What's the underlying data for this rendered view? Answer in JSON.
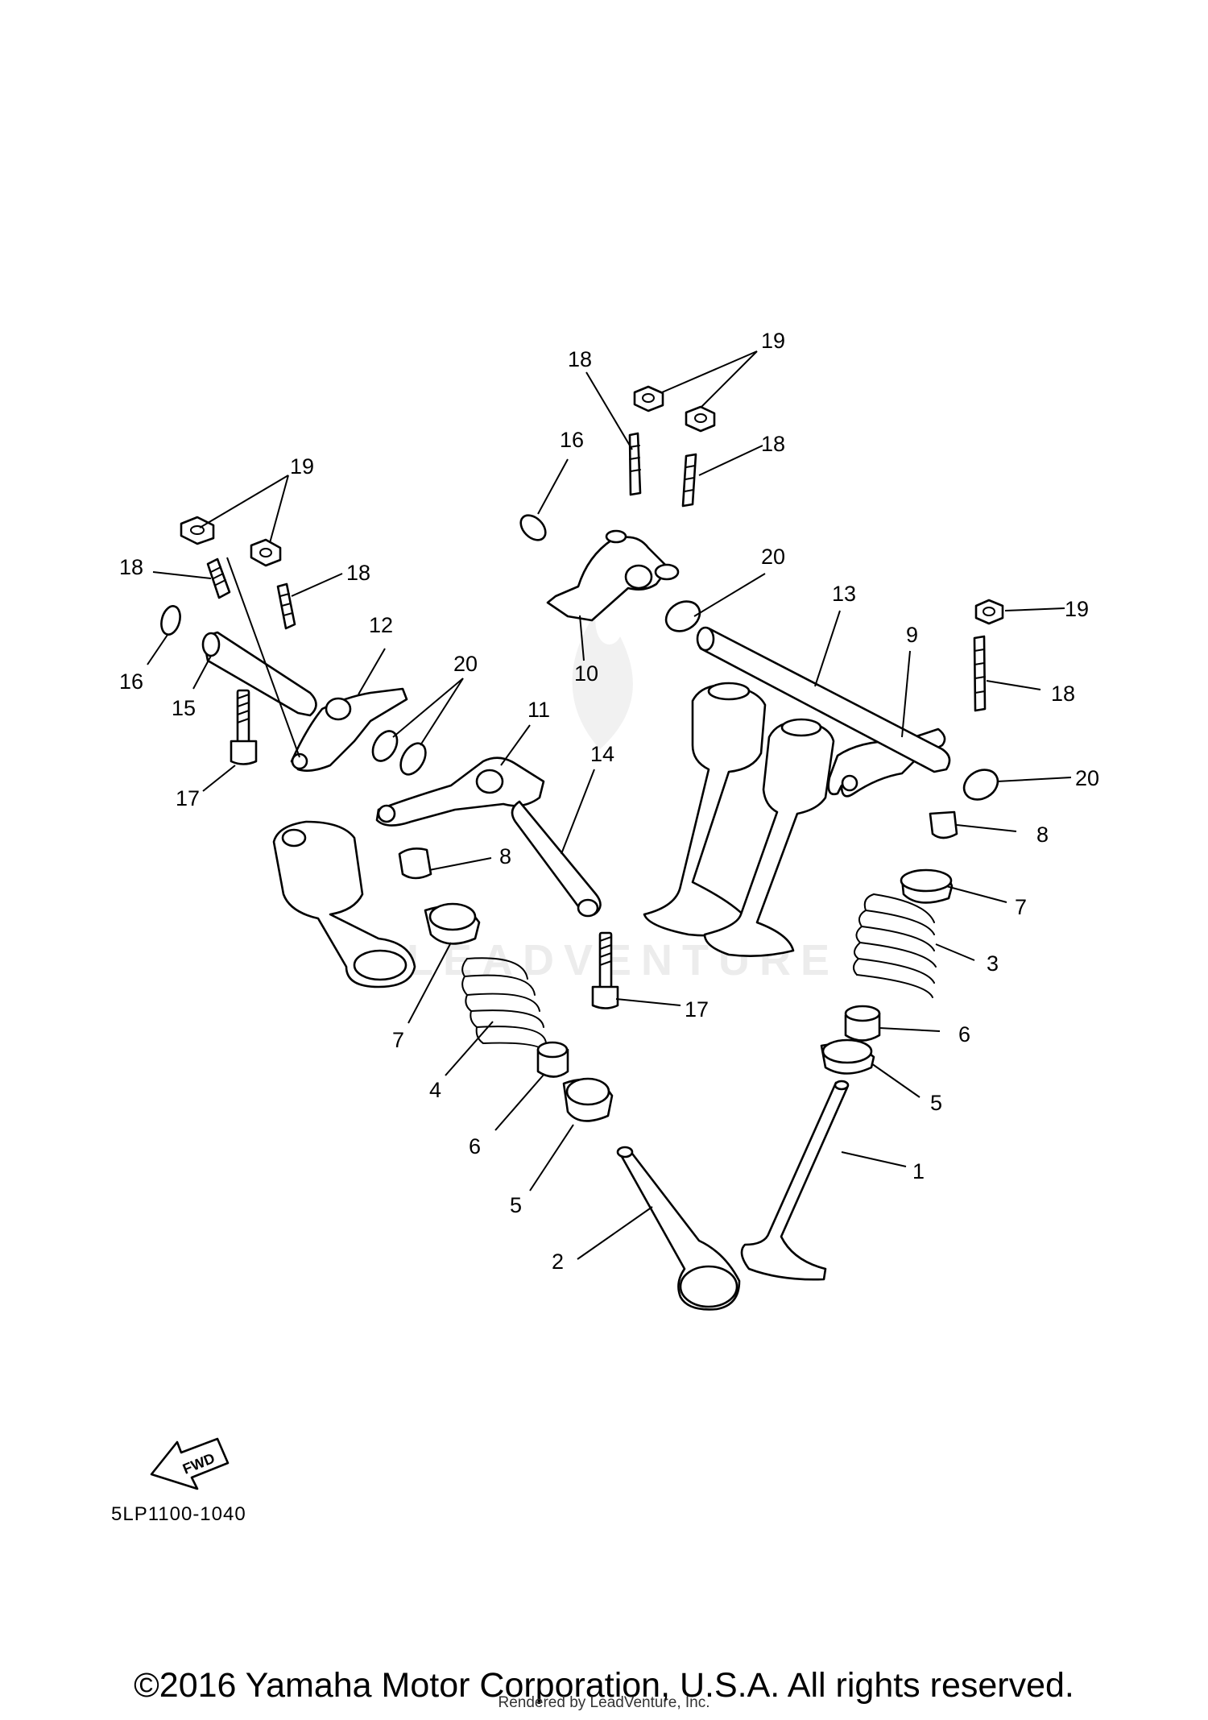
{
  "diagram": {
    "callouts": [
      {
        "id": "c1",
        "label": "1"
      },
      {
        "id": "c2",
        "label": "2"
      },
      {
        "id": "c3",
        "label": "3"
      },
      {
        "id": "c4",
        "label": "4"
      },
      {
        "id": "c5a",
        "label": "5"
      },
      {
        "id": "c5b",
        "label": "5"
      },
      {
        "id": "c6a",
        "label": "6"
      },
      {
        "id": "c6b",
        "label": "6"
      },
      {
        "id": "c7a",
        "label": "7"
      },
      {
        "id": "c7b",
        "label": "7"
      },
      {
        "id": "c8a",
        "label": "8"
      },
      {
        "id": "c8b",
        "label": "8"
      },
      {
        "id": "c9",
        "label": "9"
      },
      {
        "id": "c10",
        "label": "10"
      },
      {
        "id": "c11",
        "label": "11"
      },
      {
        "id": "c12",
        "label": "12"
      },
      {
        "id": "c13",
        "label": "13"
      },
      {
        "id": "c14",
        "label": "14"
      },
      {
        "id": "c15",
        "label": "15"
      },
      {
        "id": "c16a",
        "label": "16"
      },
      {
        "id": "c16b",
        "label": "16"
      },
      {
        "id": "c17a",
        "label": "17"
      },
      {
        "id": "c17b",
        "label": "17"
      },
      {
        "id": "c18a",
        "label": "18"
      },
      {
        "id": "c18b",
        "label": "18"
      },
      {
        "id": "c18c",
        "label": "18"
      },
      {
        "id": "c18d",
        "label": "18"
      },
      {
        "id": "c18e",
        "label": "18"
      },
      {
        "id": "c19a",
        "label": "19"
      },
      {
        "id": "c19b",
        "label": "19"
      },
      {
        "id": "c19c",
        "label": "19"
      },
      {
        "id": "c20a",
        "label": "20"
      },
      {
        "id": "c20b",
        "label": "20"
      },
      {
        "id": "c20c",
        "label": "20"
      }
    ],
    "fwd_label": "FWD",
    "reference_code": "5LP1100-1040",
    "watermark": "LEADVENTURE"
  },
  "footer": {
    "copyright": "©2016 Yamaha Motor Corporation, U.S.A. All rights reserved.",
    "render_credit": "Rendered by LeadVenture, Inc."
  }
}
